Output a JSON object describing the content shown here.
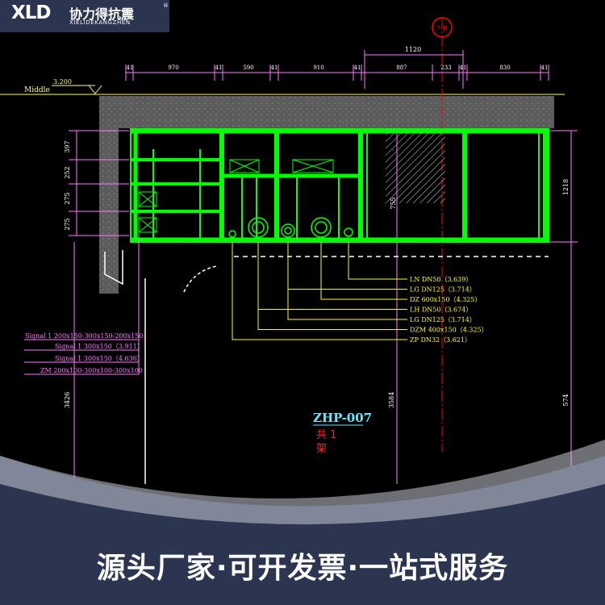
{
  "brand": {
    "logo": "XLD",
    "name": "协力得抗震",
    "subtitle": "XIELIDEKANGZHEN",
    "mark": "®"
  },
  "banner": {
    "text": "源头厂家·可开发票·一站式服务"
  },
  "drawing": {
    "axis_bubble": "7-B",
    "level_name": "Middle",
    "level_value": "3.200",
    "top_dims": [
      "41",
      "970",
      "41",
      "590",
      "41",
      "910",
      "41",
      "887",
      "233",
      "41",
      "830",
      "41"
    ],
    "dim_1120": "1120",
    "left_dims": [
      "397",
      "252",
      "275",
      "275"
    ],
    "right_dim": "1218",
    "mid_dim": "755",
    "bottom_dims": [
      "3426",
      "3584",
      "574"
    ],
    "pipe_labels": [
      "LN DN50（3.639）",
      "LG DN125（3.714）",
      "DZ 600x150（4.325）",
      "LH DN50（3.674）",
      "LG DN125（3.714）",
      "DZM 400x150（4.325）",
      "ZP DN32（3.621）"
    ],
    "left_labels": [
      "Signal 1 200x150-300x150-200x150",
      "Signal 1 300x150（3.911）",
      "Signal 1 300x150（4.636）",
      "ZM 200x100-300x100-300x100"
    ],
    "tag_code": "ZHP-007",
    "tag_lines": [
      "共 1",
      "架"
    ]
  },
  "colors": {
    "pipe_green": "#00ff00",
    "dim_line": "#ff77ff",
    "leader_yellow": "#ffff00",
    "banner_bg": "#2b3550",
    "red_axis": "#ff0000"
  }
}
